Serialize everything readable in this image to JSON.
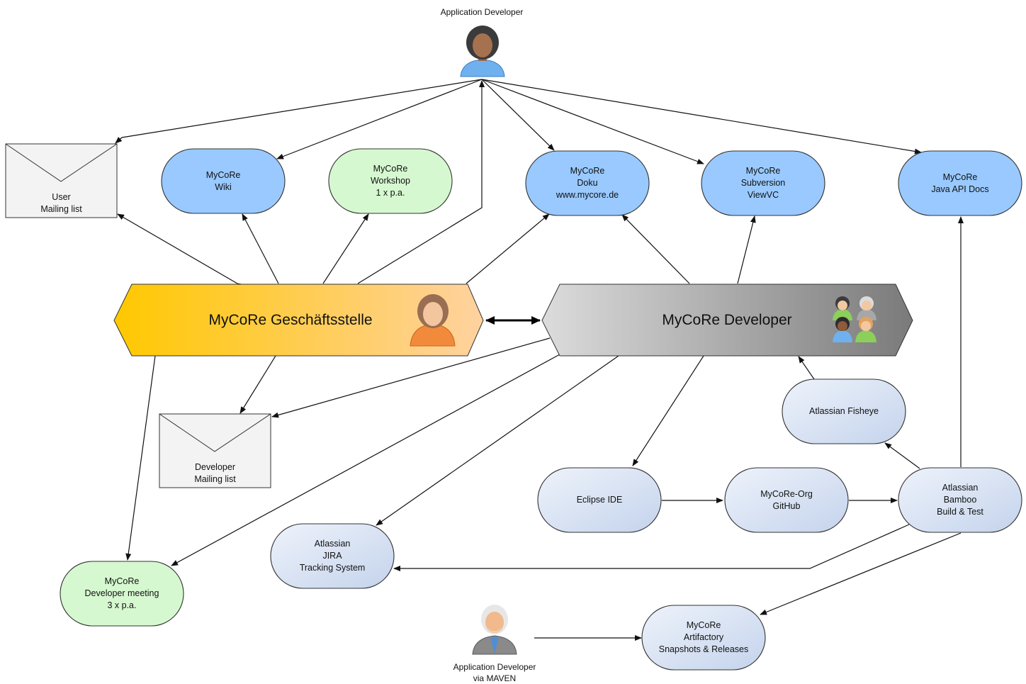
{
  "actors": {
    "app_developer": "Application Developer",
    "app_developer_maven": "Application Developer\nvia MAVEN"
  },
  "hubs": {
    "geschaeftsstelle": "MyCoRe Geschäftsstelle",
    "developer": "MyCoRe Developer"
  },
  "nodes": {
    "user_mailing_list": "User\nMailing list",
    "wiki": "MyCoRe\nWiki",
    "workshop": "MyCoRe\nWorkshop\n1 x p.a.",
    "doku": "MyCoRe\nDoku\nwww.mycore.de",
    "subversion": "MyCoRe\nSubversion\nViewVC",
    "java_api_docs": "MyCoRe\nJava API Docs",
    "developer_mailing_list": "Developer\nMailing list",
    "fisheye": "Atlassian Fisheye",
    "eclipse": "Eclipse IDE",
    "github": "MyCoRe-Org\nGitHub",
    "bamboo": "Atlassian\nBamboo\nBuild & Test",
    "jira": "Atlassian\nJIRA\nTracking System",
    "developer_meeting": "MyCoRe\nDeveloper meeting\n3 x p.a.",
    "artifactory": "MyCoRe\nArtifactory\nSnapshots & Releases"
  },
  "colors": {
    "blue_fill": "#99c9ff",
    "green_fill": "#d6f8d0",
    "pale_blue_fill": "#d8e3f4",
    "orange_start": "#ffc800",
    "orange_end": "#ffd2a0",
    "grey_start": "#dcdcdc",
    "grey_end": "#7a7a7a",
    "stroke": "#333333"
  }
}
